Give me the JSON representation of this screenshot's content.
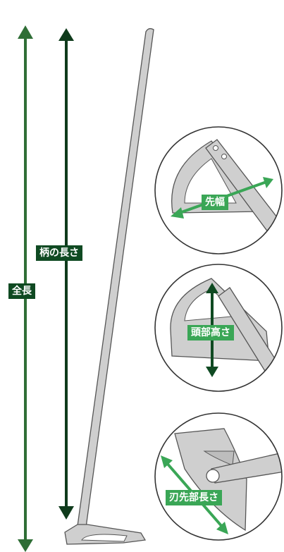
{
  "labels": {
    "overall_length": "全長",
    "handle_length": "柄の長さ",
    "tip_width": "先幅",
    "head_height": "頭部高さ",
    "blade_tip_length": "刃先部長さ"
  },
  "colors": {
    "arrow_overall": "#2f6e36",
    "arrow_handle": "#0f3b1c",
    "arrow_detail": "#3aa656",
    "tool_fill": "#cfcfcf",
    "tool_stroke": "#555555"
  }
}
